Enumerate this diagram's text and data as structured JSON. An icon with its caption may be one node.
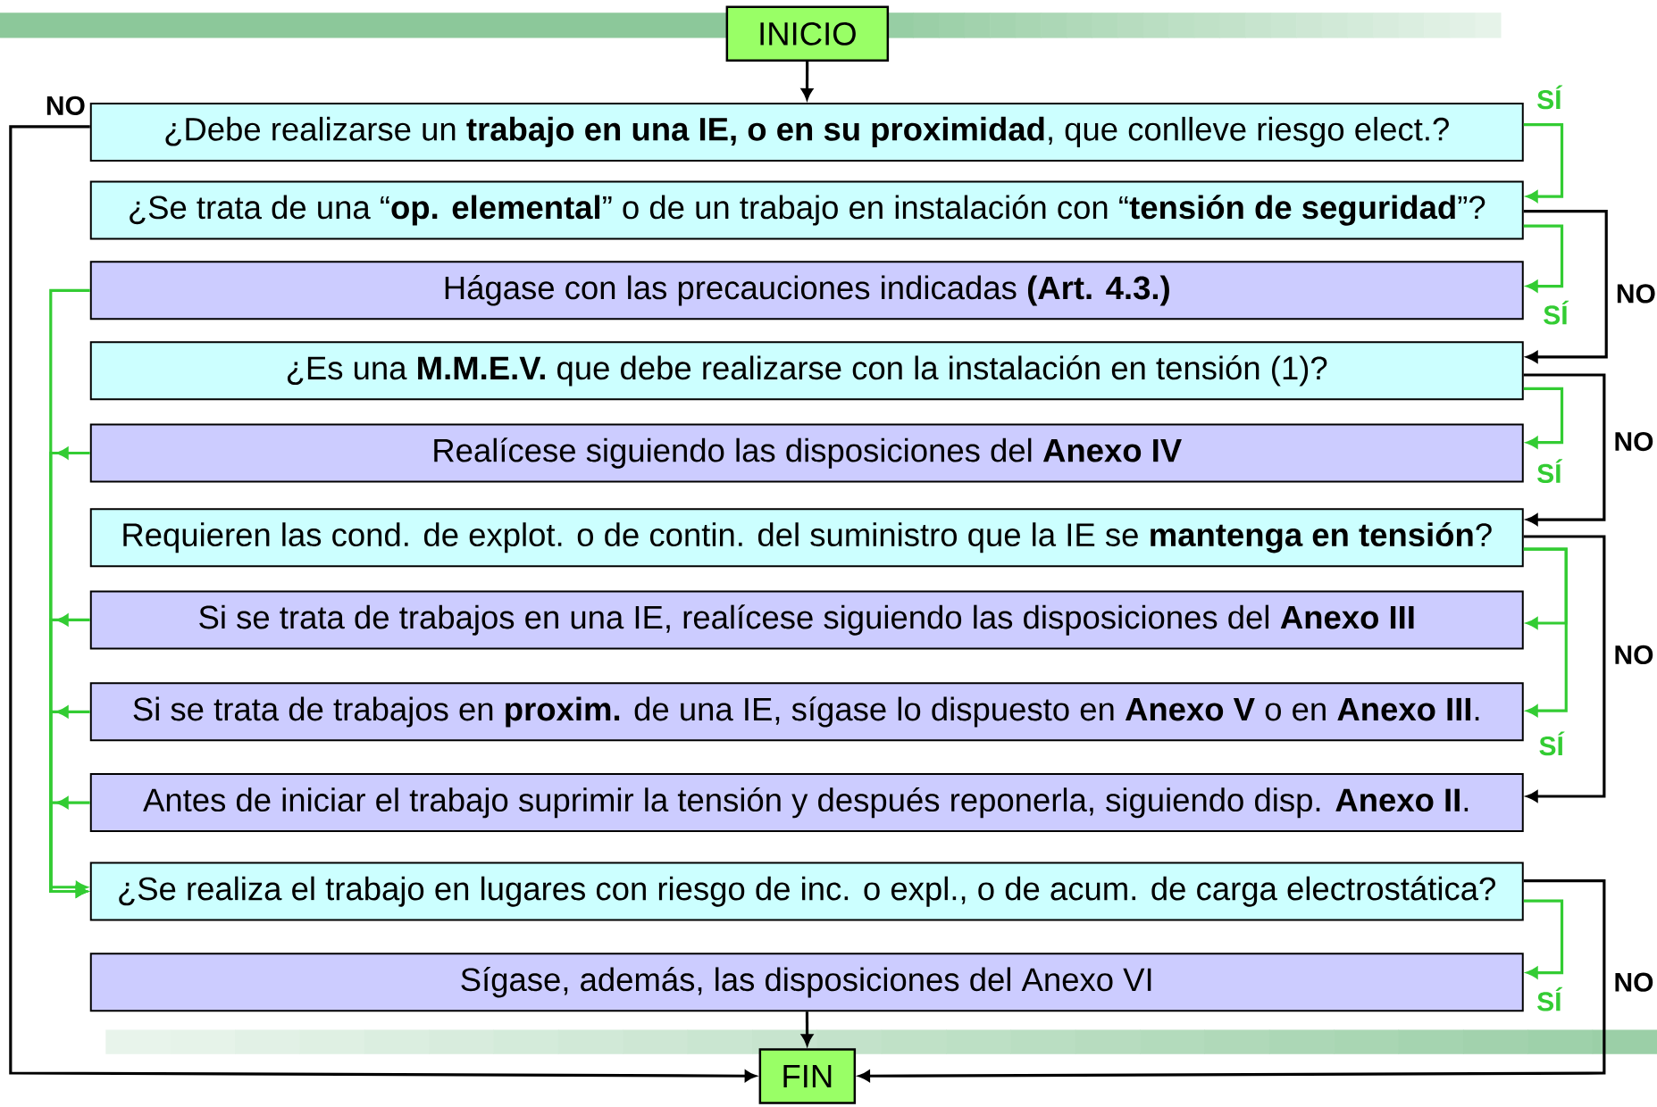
{
  "diagram": {
    "nodes": [
      {
        "text": [
          "INICIO"
        ]
      },
      {
        "text": [
          "¿Debe realizarse un **trabajo en una IE, o en su proximidad**, que conlleve riesgo elect.?"
        ]
      },
      {
        "text": [
          "¿Se trata de una “**op. elemental**” o de un trabajo en instalación con “**tensión de seguridad**”?"
        ]
      },
      {
        "text": [
          "Hágase con las precauciones indicadas **(Art. 4.3.)**"
        ]
      },
      {
        "text": [
          "¿Es una **M.M.E.V.** que debe realizarse con la instalación en tensión (1)?"
        ]
      },
      {
        "text": [
          "Realícese siguiendo las disposiciones del **Anexo IV**"
        ]
      },
      {
        "text": [
          "Requieren las cond. de explot. o de contin. del suministro que la IE se **mantenga en tensión**?"
        ]
      },
      {
        "text": [
          "Si se trata de trabajos en una IE, realícese siguiendo las disposiciones del **Anexo III**"
        ]
      },
      {
        "text": [
          "Si se trata de trabajos en **proxim.** de una IE, sígase lo dispuesto en **Anexo V** o en **Anexo III**."
        ]
      },
      {
        "text": [
          "Antes de iniciar el trabajo suprimir la tensión y después reponerla, siguiendo disp. **Anexo II**."
        ]
      },
      {
        "text": [
          "¿Se realiza el trabajo en lugares con riesgo de inc. o expl., o de acum. de carga electrostática?"
        ]
      },
      {
        "text": [
          "Sígase, además, las disposiciones del Anexo VI"
        ]
      },
      {
        "text": [
          "FIN"
        ]
      }
    ],
    "edges": [
      {
        "from": 0,
        "to": 1,
        "arrow": "to",
        "color": "#000000"
      },
      {
        "from": 1,
        "to": 12,
        "arrow": "to",
        "label": "NO",
        "color": "#000000"
      },
      {
        "from": 1,
        "to": 2,
        "arrow": "to",
        "label": "SÍ"
      },
      {
        "from": 2,
        "to": 3,
        "arrow": "to",
        "label": "SÍ"
      },
      {
        "from": 2,
        "to": 4,
        "arrow": "to",
        "label": "NO",
        "color": "#000000"
      },
      {
        "from": 4,
        "to": 5,
        "arrow": "to",
        "label": "SÍ"
      },
      {
        "from": 4,
        "to": 6,
        "arrow": "to",
        "label": "NO",
        "color": "#000000"
      },
      {
        "from": 6,
        "to": 7,
        "arrow": "to"
      },
      {
        "from": 6,
        "to": 8,
        "arrow": "to",
        "label": "SÍ"
      },
      {
        "from": 6,
        "to": 9,
        "arrow": "to",
        "label": "NO",
        "color": "#000000"
      },
      {
        "from": 10,
        "to": 11,
        "arrow": "to",
        "label": "SÍ"
      },
      {
        "from": 10,
        "to": 12,
        "arrow": "to",
        "label": "NO",
        "color": "#000000"
      },
      {
        "from": 11,
        "to": 12,
        "arrow": "to",
        "color": "#000000"
      },
      {
        "from": 3,
        "to": 10,
        "arrow": "to"
      },
      {
        "from": 5,
        "to": 10,
        "arrow": "to"
      },
      {
        "from": 7,
        "to": 10,
        "arrow": "to"
      },
      {
        "from": 8,
        "to": 10,
        "arrow": "to"
      },
      {
        "from": 9,
        "to": 10,
        "arrow": "to"
      }
    ]
  }
}
